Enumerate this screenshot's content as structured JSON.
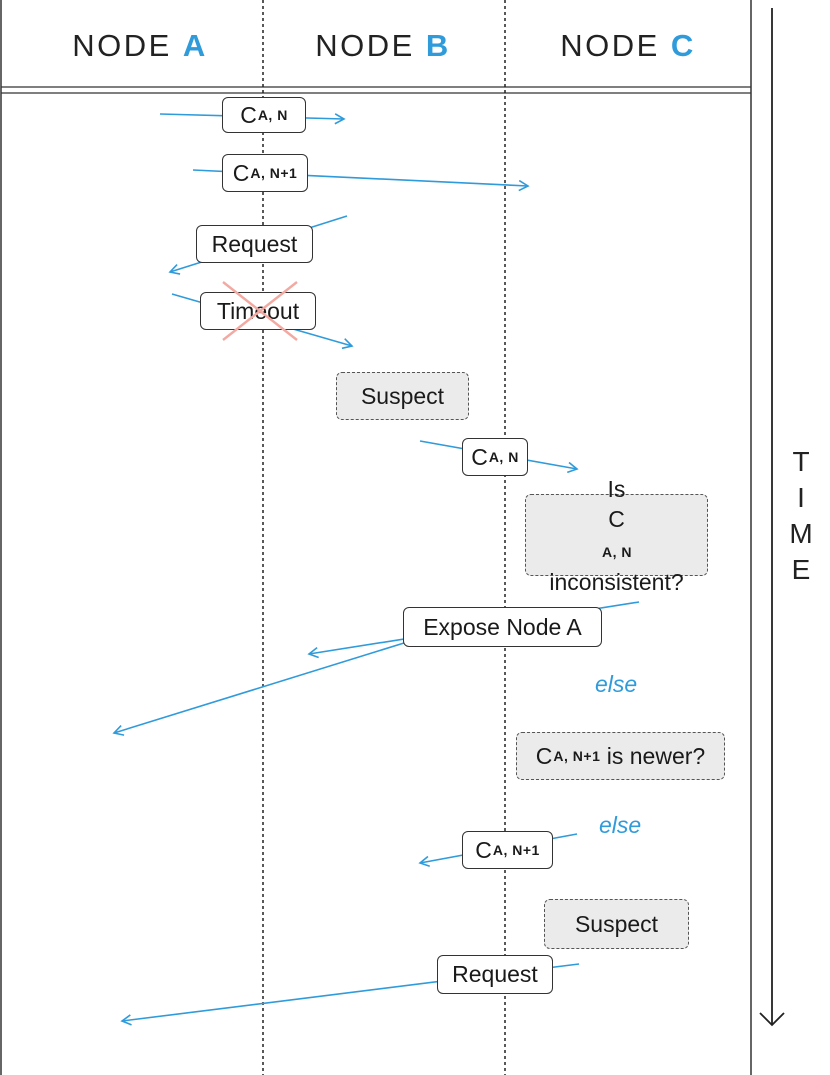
{
  "header": {
    "columns": [
      {
        "prefix": "NODE",
        "letter": "A"
      },
      {
        "prefix": "NODE",
        "letter": "B"
      },
      {
        "prefix": "NODE",
        "letter": "C"
      }
    ]
  },
  "time_axis": {
    "label": "TIME",
    "letters": [
      "T",
      "I",
      "M",
      "E"
    ]
  },
  "messages": [
    {
      "kind": "cert",
      "base": "C",
      "sub": "A, N"
    },
    {
      "kind": "cert",
      "base": "C",
      "sub": "A, N+1"
    },
    {
      "kind": "text",
      "text": "Request"
    },
    {
      "kind": "text",
      "text": "Timeout",
      "struck": true
    },
    {
      "kind": "state",
      "text": "Suspect"
    },
    {
      "kind": "cert",
      "base": "C",
      "sub": "A, N"
    },
    {
      "kind": "check",
      "line1_prefix": "Is ",
      "base": "C",
      "sub": "A, N",
      "line2": "inconsistent?"
    },
    {
      "kind": "text",
      "text": "Expose Node A"
    },
    {
      "kind": "else",
      "text": "else"
    },
    {
      "kind": "check",
      "base": "C",
      "sub": "A, N+1",
      "suffix": " is newer?"
    },
    {
      "kind": "else",
      "text": "else"
    },
    {
      "kind": "cert",
      "base": "C",
      "sub": "A, N+1"
    },
    {
      "kind": "state",
      "text": "Suspect"
    },
    {
      "kind": "text",
      "text": "Request"
    }
  ],
  "colors": {
    "arrow": "#2f9bdb",
    "accent": "#2f9bdb",
    "cross": "#f2a9a1",
    "state_fill": "#ebebeb"
  }
}
